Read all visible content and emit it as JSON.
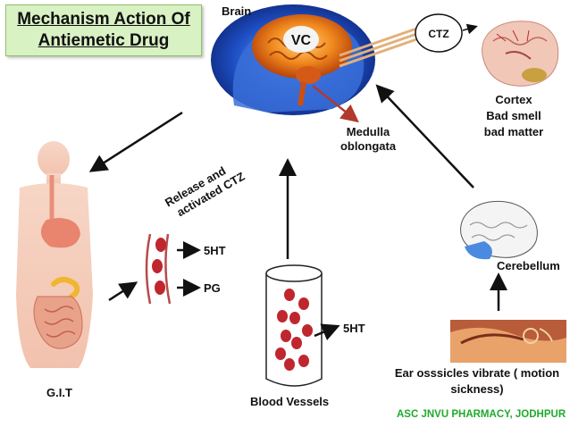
{
  "title": {
    "line1": "Mechanism Action Of",
    "line2": "Antiemetic Drug"
  },
  "labels": {
    "brain": "Brain",
    "vc": "VC",
    "ctz": "CTZ",
    "medulla_line1": "Medulla",
    "medulla_line2": "oblongata",
    "cortex_line1": "Cortex",
    "cortex_line2": "Bad smell",
    "cortex_line3": "bad matter",
    "release_line1": "Release and",
    "release_line2": "activated CTZ",
    "ht_gut": "5HT",
    "pg": "PG",
    "ht_blood": "5HT",
    "cerebellum": "Cerebellum",
    "git": "G.I.T",
    "blood_vessels": "Blood Vessels",
    "ear_line1": "Ear osssicles vibrate ( motion",
    "ear_line2": "sickness)"
  },
  "credit": "ASC JNVU PHARMACY, JODHPUR",
  "colors": {
    "title_bg": "#d9f2c4",
    "credit": "#1faa2a",
    "cell": "#c0262e",
    "vessel": "#a83a3a",
    "arrow": "#111111"
  },
  "icons": [
    "brain-head-image",
    "cortex-brain-image",
    "body-git-image",
    "cerebellum-brain-image",
    "ear-image",
    "blood-vessel-tube"
  ]
}
